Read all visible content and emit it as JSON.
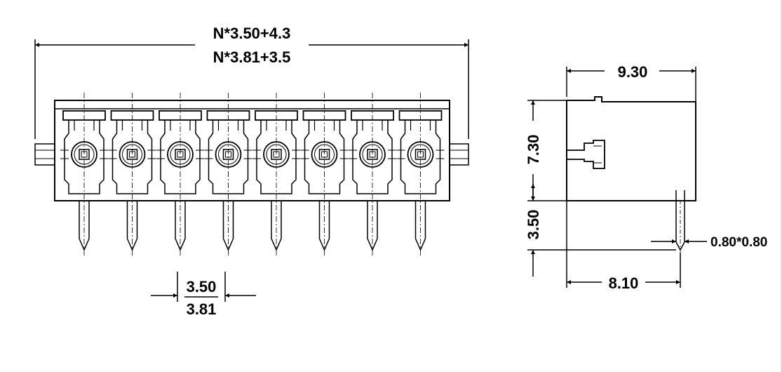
{
  "front_view": {
    "overall_length_a": "N*3.50+4.3",
    "overall_length_b": "N*3.81+3.5",
    "pitch_a": "3.50",
    "pitch_b": "3.81",
    "pole_count": 8
  },
  "side_view": {
    "depth": "9.30",
    "body_height": "7.30",
    "pin_length": "3.50",
    "pin_offset": "8.10",
    "pin_section": "0.80*0.80"
  },
  "colors": {
    "line": "#000000",
    "background": "#ffffff"
  }
}
